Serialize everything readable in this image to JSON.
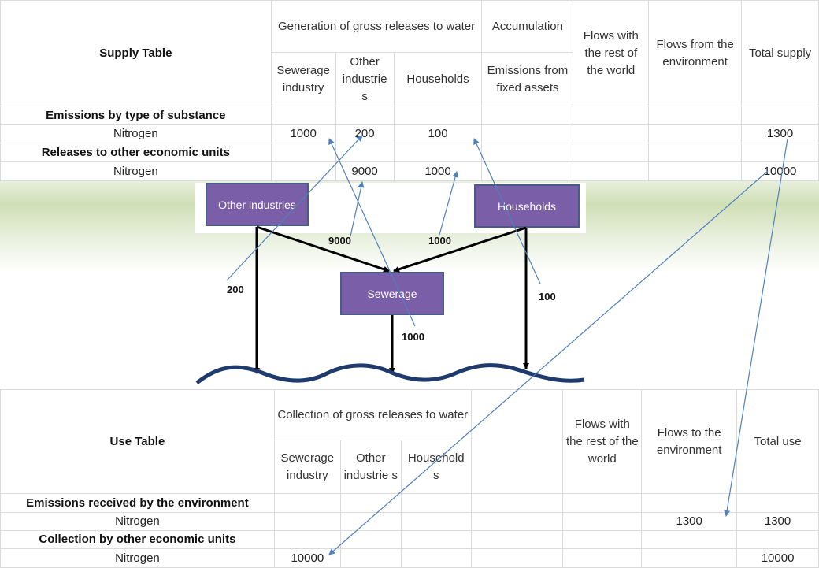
{
  "supply_table": {
    "title": "Supply Table",
    "header_generation": "Generation of gross releases to water",
    "header_accumulation": "Accumulation",
    "header_rest_of_world": "Flows with the rest of the world",
    "header_environment": "Flows from the environment",
    "header_total": "Total supply",
    "sub_sewerage": "Sewerage industry",
    "sub_other_industries": "Other industrie s",
    "sub_households": "Households",
    "sub_emissions_fixed_assets": "Emissions from fixed assets",
    "section1": "Emissions by type of substance",
    "row1_label": "Nitrogen",
    "row1_sewerage": "1000",
    "row1_other": "200",
    "row1_households": "100",
    "row1_total": "1300",
    "section2": "Releases to other economic units",
    "row2_label": "Nitrogen",
    "row2_other": "9000",
    "row2_households": "1000",
    "row2_total": "10000"
  },
  "diagram": {
    "node_other_industries": "Other industries",
    "node_households": "Households",
    "node_sewerage": "Sewerage",
    "flow_9000": "9000",
    "flow_1000_households": "1000",
    "flow_200": "200",
    "flow_100": "100",
    "flow_1000_sewerage": "1000"
  },
  "use_table": {
    "title": "Use Table",
    "header_collection": "Collection of gross releases to water",
    "header_rest_of_world": "Flows with the rest of the world",
    "header_environment": "Flows to the environment",
    "header_total": "Total use",
    "sub_sewerage": "Sewerage industry",
    "sub_other_industries": "Other industrie s",
    "sub_households": "Household s",
    "section1": "Emissions received by the environment",
    "row1_label": "Nitrogen",
    "row1_environment": "1300",
    "row1_total": "1300",
    "section2": "Collection by other economic units",
    "row2_label": "Nitrogen",
    "row2_sewerage": "10000",
    "row2_total": "10000"
  },
  "colors": {
    "node_fill": "#7b5ea8",
    "node_border": "#4a5a8c",
    "connector_line": "#4f81bd",
    "flow_arrow": "#000000",
    "water_wave": "#1f3b6e"
  }
}
